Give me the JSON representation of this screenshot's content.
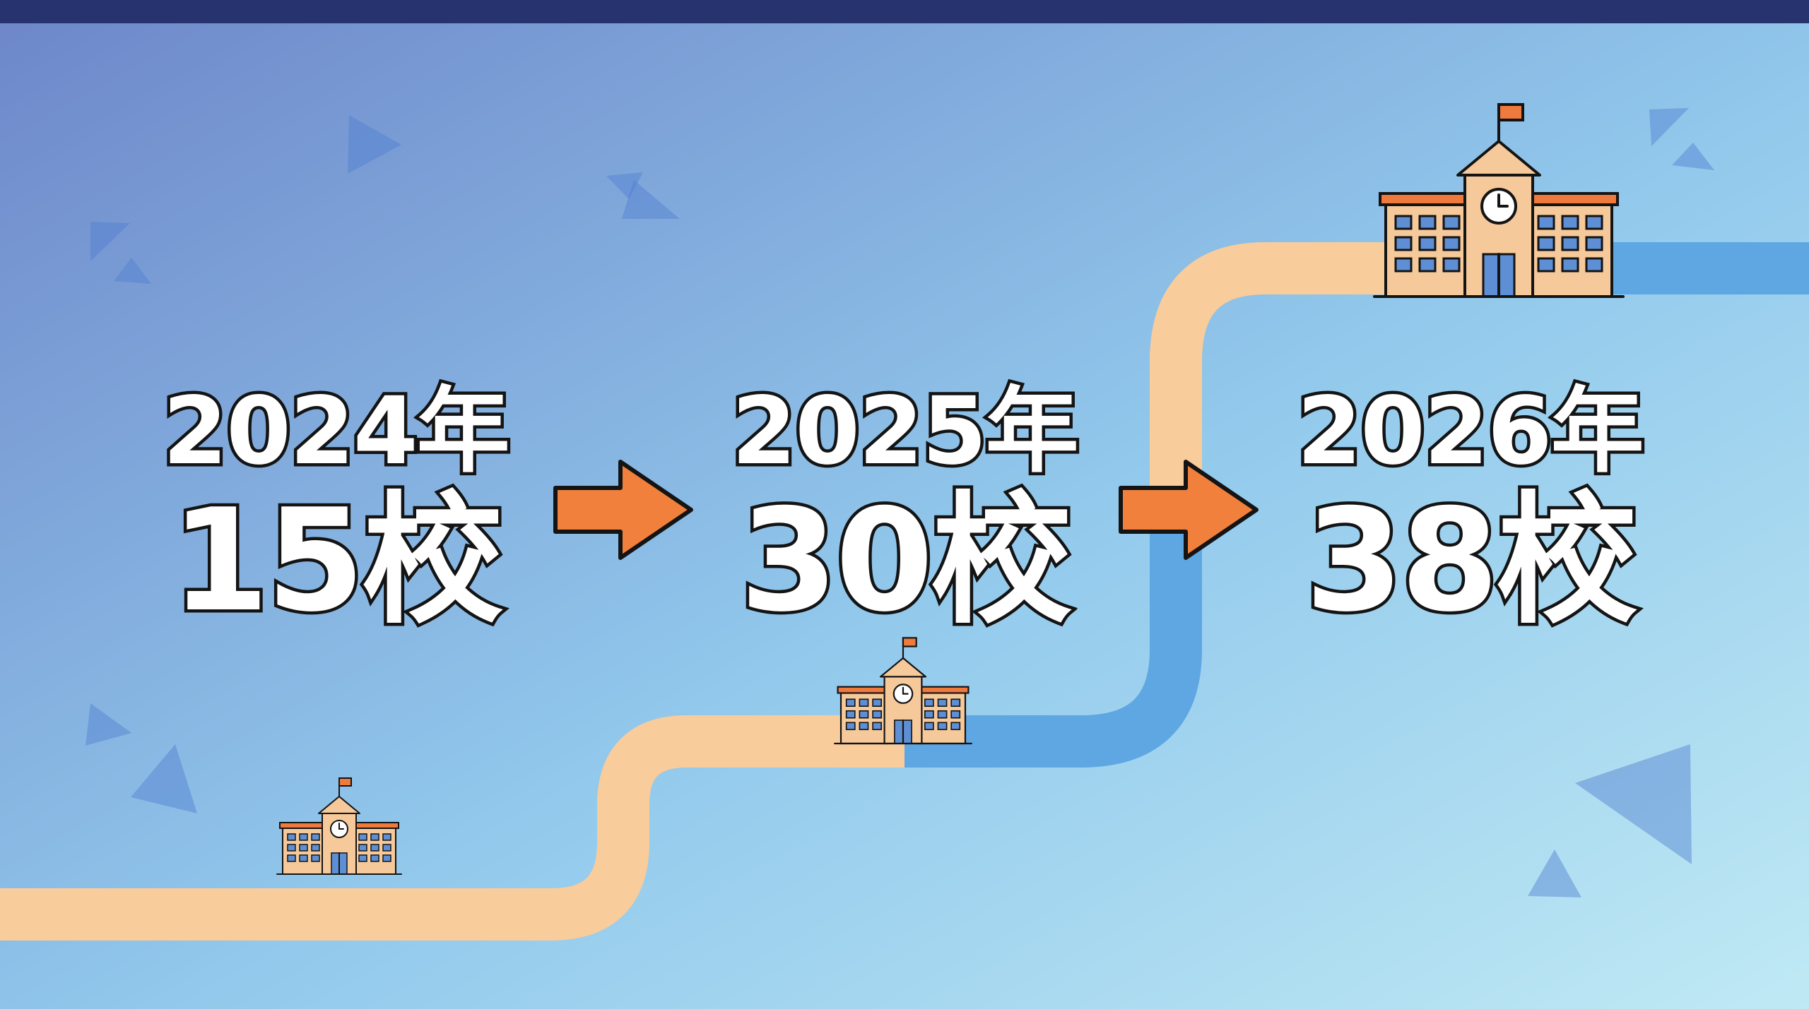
{
  "colors": {
    "background_start": "#6d86c9",
    "background_end": "#bfe9f4",
    "top_bar": "#26336f",
    "path_past": "#f9cc9b",
    "path_future": "#5ea7e2",
    "arrow": "#f0803c",
    "outline": "#141414",
    "building_body": "#f6c99a",
    "building_roof": "#ef7a3d",
    "building_window": "#5e8fd4"
  },
  "icons": [
    "school-building-icon",
    "arrow-right-icon",
    "triangle-decoration"
  ],
  "stages": [
    {
      "year": "2024年",
      "count": "15校"
    },
    {
      "year": "2025年",
      "count": "30校"
    },
    {
      "year": "2026年",
      "count": "38校"
    }
  ]
}
